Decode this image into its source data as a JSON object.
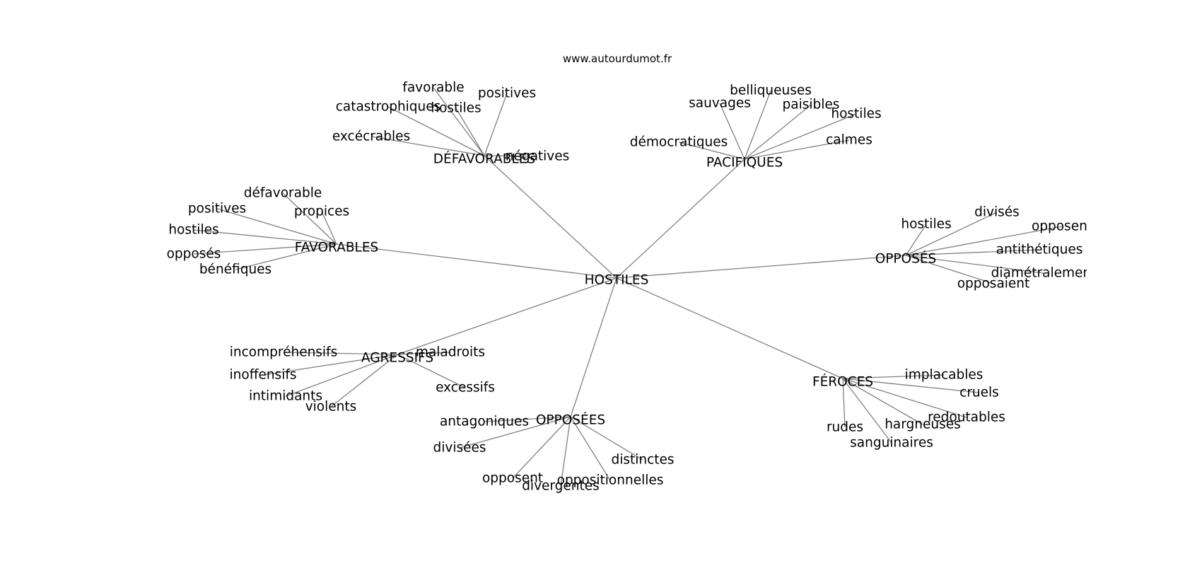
{
  "source": "www.autourdumot.fr",
  "graph": {
    "root": "HOSTILES",
    "groups": [
      {
        "label": "DÉFAVORABLES",
        "leaves": [
          "favorable",
          "positives",
          "catastrophiques",
          "hostiles",
          "excécrables",
          "négatives"
        ]
      },
      {
        "label": "PACIFIQUES",
        "leaves": [
          "belliqueuses",
          "sauvages",
          "paisibles",
          "hostiles",
          "démocratiques",
          "calmes"
        ]
      },
      {
        "label": "FAVORABLES",
        "leaves": [
          "défavorable",
          "positives",
          "propices",
          "hostiles",
          "opposés",
          "bénéfiques"
        ]
      },
      {
        "label": "OPPOSÉS",
        "leaves": [
          "hostiles",
          "divisés",
          "opposent",
          "antithétiques",
          "diamétralement",
          "opposaient"
        ]
      },
      {
        "label": "AGRESSIFS",
        "leaves": [
          "incompréhensifs",
          "maladroits",
          "inoffensifs",
          "excessifs",
          "intimidants",
          "violents"
        ]
      },
      {
        "label": "OPPOSÉES",
        "leaves": [
          "antagoniques",
          "divisées",
          "distinctes",
          "opposent",
          "oppositionnelles",
          "divergentes"
        ]
      },
      {
        "label": "FÉROCES",
        "leaves": [
          "implacables",
          "cruels",
          "redoutables",
          "hargneuses",
          "rudes",
          "sanguinaires"
        ]
      }
    ]
  }
}
